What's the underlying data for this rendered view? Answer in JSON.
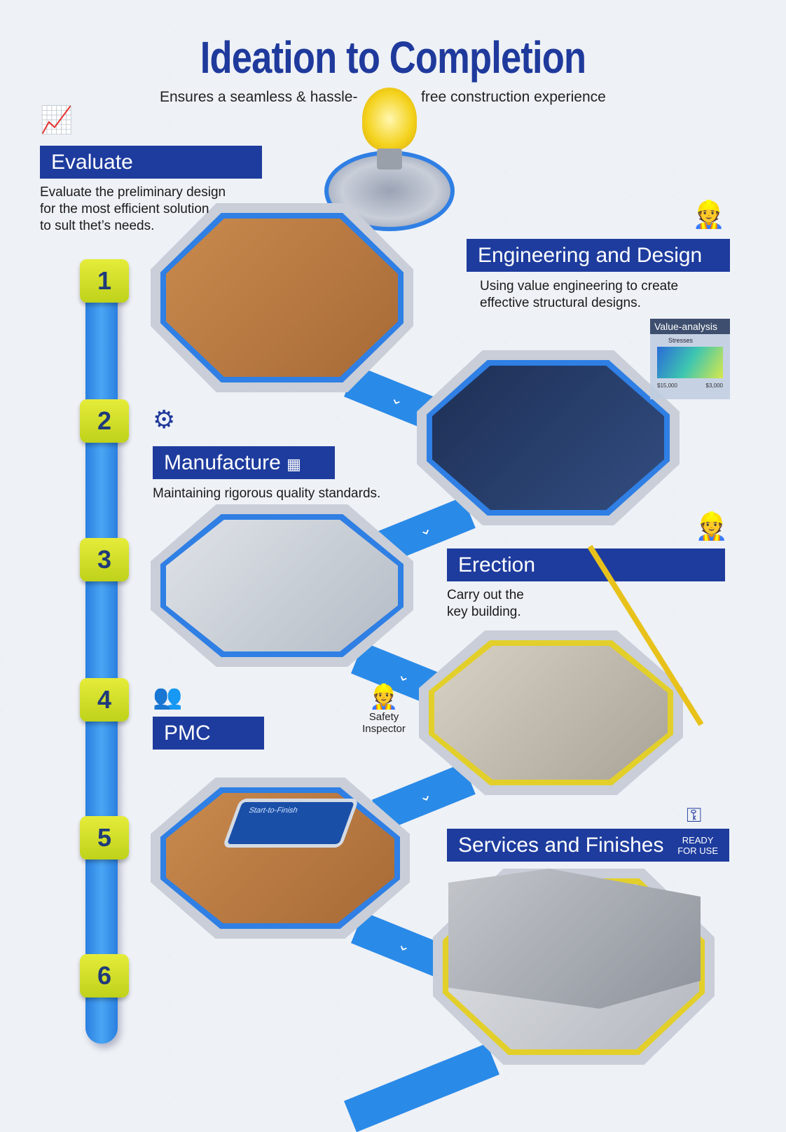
{
  "title": "Ideation to Completion",
  "subtitle_left": "Ensures a seamless & hassle-",
  "subtitle_right": "free construction experience",
  "steps": [
    {
      "number": "1",
      "title": "Evaluate",
      "description": [
        "Evaluate the preliminary design",
        "for the most efficient solution",
        "to sult thet’s needs."
      ]
    },
    {
      "number": "2",
      "title": "Engineering and Design",
      "description": [
        "Using value engineering to create",
        "effective structural designs."
      ],
      "panel_title": "Value-analysis",
      "panel_label": "Stresses",
      "panel_values": [
        "$15,000",
        "$3,000"
      ]
    },
    {
      "number": "3",
      "title": "Manufacture",
      "description": [
        "Maintaining rigorous quality standards."
      ]
    },
    {
      "number": "4",
      "title": "Erection",
      "description": [
        "Carry out the",
        "key building."
      ]
    },
    {
      "number": "5",
      "title": "PMC",
      "side_label": [
        "Safety",
        "Inspector"
      ],
      "screen_text": "Start-to-Finish"
    },
    {
      "number": "6",
      "title": "Services and Finishes",
      "badge": [
        "READY",
        "FOR USE"
      ]
    }
  ],
  "colors": {
    "brand": "#1e3c9e",
    "rail": "#2a8ae8",
    "badge": "#d8e32c"
  }
}
